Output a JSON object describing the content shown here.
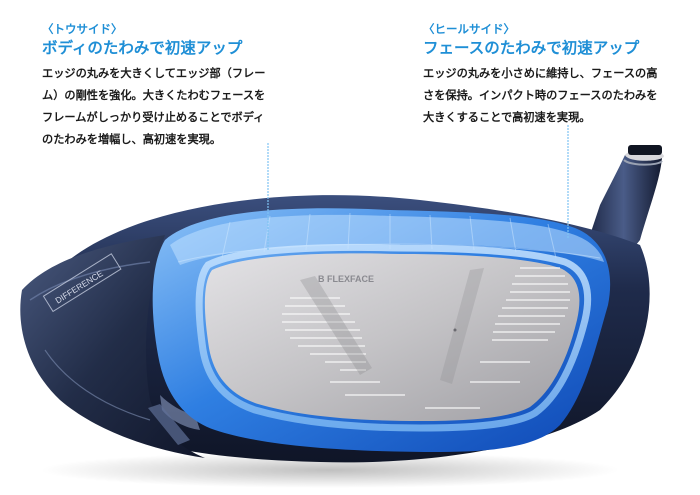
{
  "toe_side": {
    "label": "〈トウサイド〉",
    "heading": "ボディのたわみで初速アップ",
    "body_lines": [
      "エッジの丸みを大きくしてエッジ部（フレー",
      "ム）の剛性を強化。大きくたわむフェースを",
      "フレームがしっかり受け止めることでボディ",
      "のたわみを増幅し、高初速を実現。"
    ]
  },
  "heel_side": {
    "label": "〈ヒールサイド〉",
    "heading": "フェースのたわみで初速アップ",
    "body_lines": [
      "エッジの丸みを小さめに維持し、フェースの高",
      "さを保持。インパクト時のフェースのたわみを",
      "大きくすることで高初速を実現。"
    ]
  },
  "face_engraving": "B FLEXFACE",
  "sole_engraving": "DIFFERENCE",
  "colors": {
    "accent": "#1f8fd6",
    "body_navy": "#1c2744",
    "frame_blue": "#2d7fe0",
    "face_silver": "#c4c3c6"
  }
}
